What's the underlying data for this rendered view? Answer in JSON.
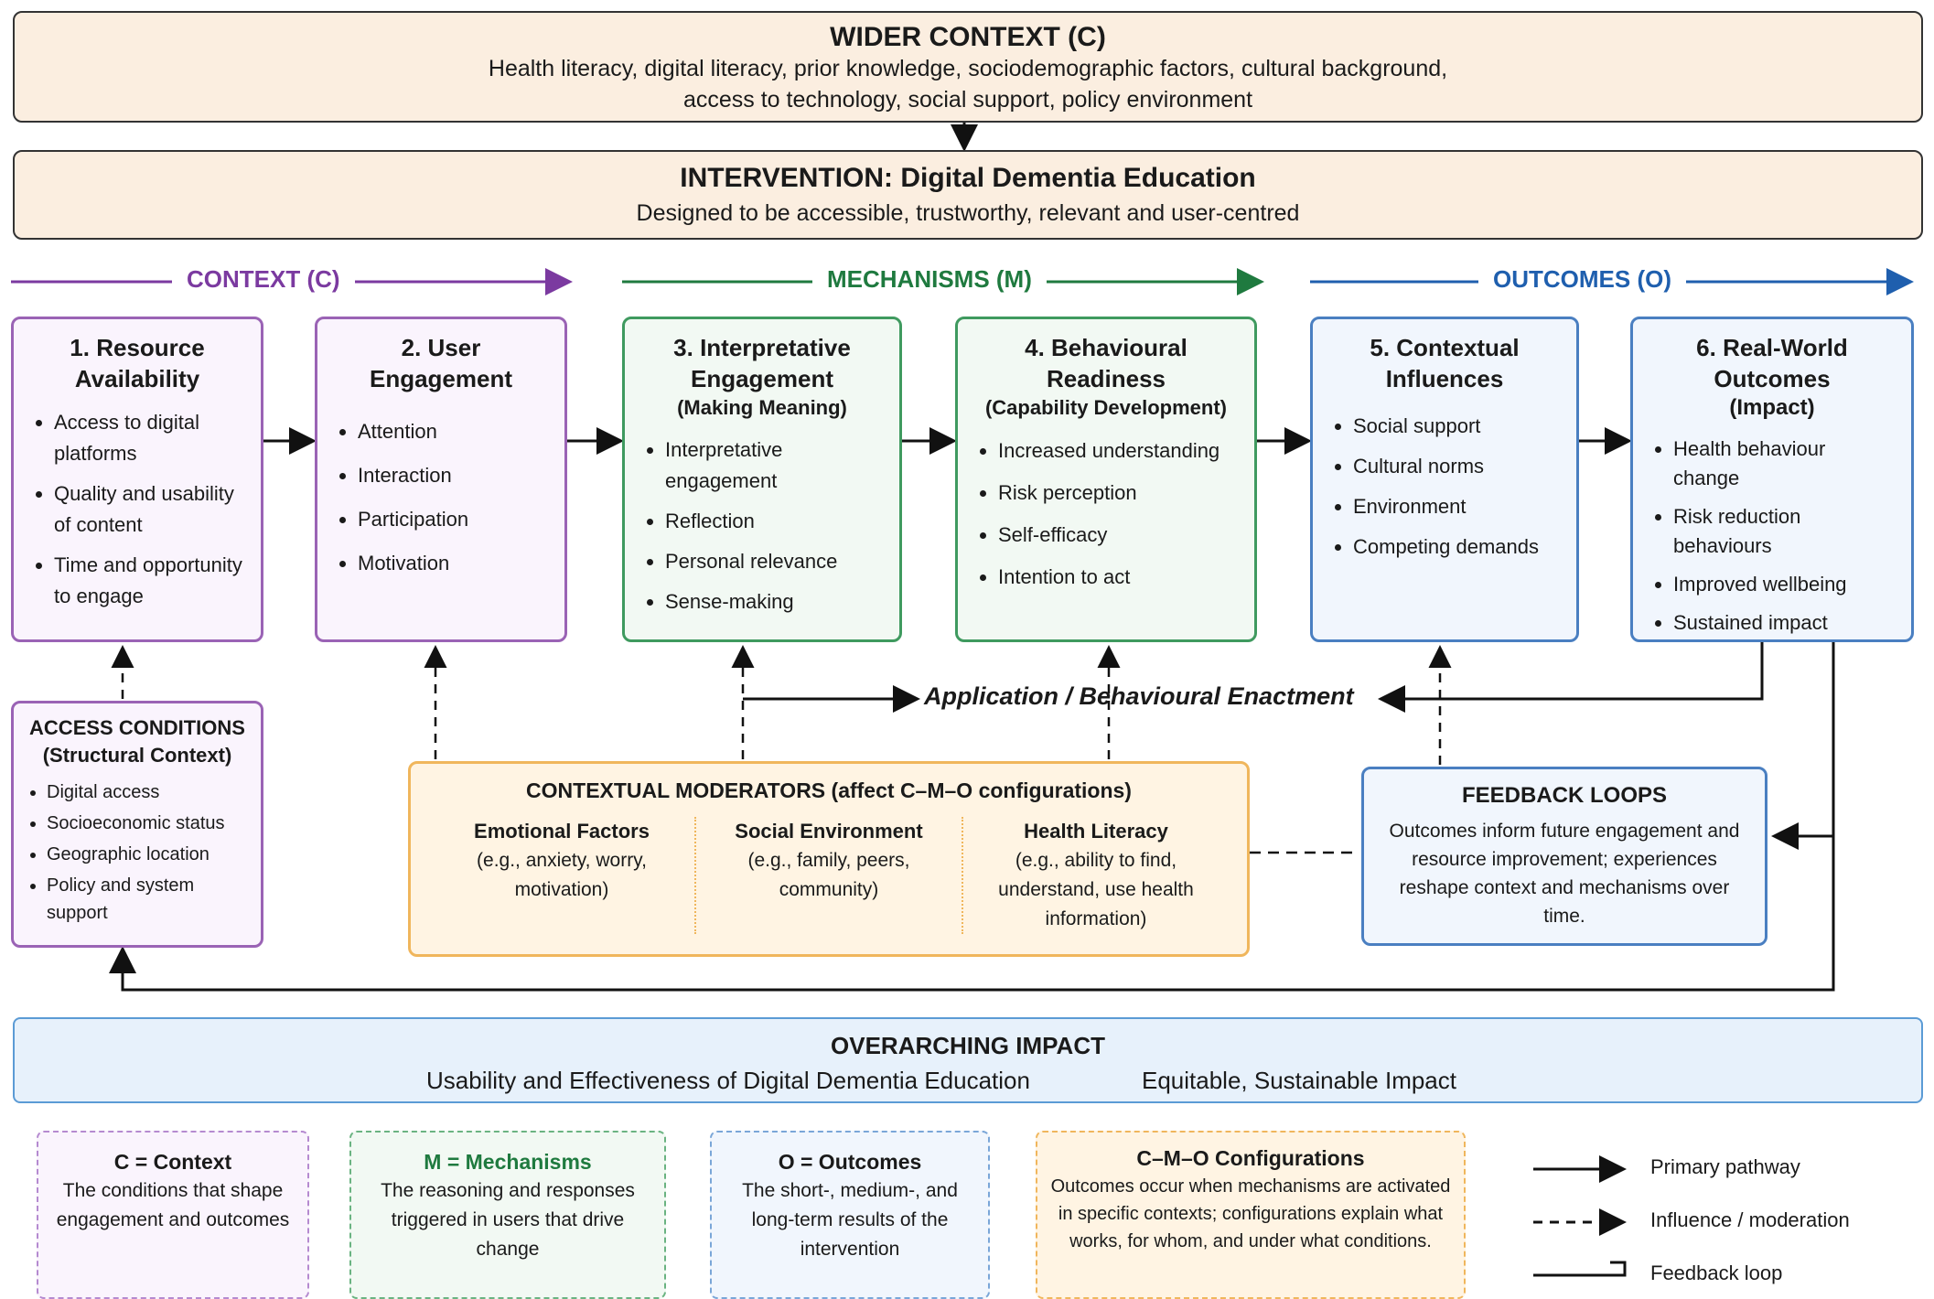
{
  "wider_context": {
    "title": "WIDER CONTEXT (C)",
    "line1": "Health literacy, digital literacy, prior knowledge, sociodemographic factors, cultural background,",
    "line2": "access to technology, social support, policy environment"
  },
  "intervention": {
    "title": "INTERVENTION: Digital Dementia Education",
    "subtitle": "Designed to be accessible, trustworthy, relevant and user-centred"
  },
  "phases": {
    "context": "CONTEXT (C)",
    "mechanisms": "MECHANISMS (M)",
    "outcomes": "OUTCOMES (O)"
  },
  "colors": {
    "context": "#7b3aa0",
    "mechanisms": "#1f7a3f",
    "outcomes": "#1f5fae",
    "moderators": "#f0b65c"
  },
  "stages": [
    {
      "title": "1. Resource Availability",
      "subtitle": "",
      "items": [
        "Access to digital platforms",
        "Quality and usability of content",
        "Time and opportunity to engage"
      ]
    },
    {
      "title": "2. User Engagement",
      "subtitle": "",
      "items": [
        "Attention",
        "Interaction",
        "Participation",
        "Motivation"
      ]
    },
    {
      "title": "3. Interpretative Engagement",
      "subtitle": "(Making Meaning)",
      "items": [
        "Interpretative engagement",
        "Reflection",
        "Personal relevance",
        "Sense-making"
      ]
    },
    {
      "title": "4. Behavioural Readiness",
      "subtitle": "(Capability Development)",
      "items": [
        "Increased understanding",
        "Risk perception",
        "Self-efficacy",
        "Intention to act"
      ]
    },
    {
      "title": "5. Contextual Influences",
      "subtitle": "",
      "items": [
        "Social support",
        "Cultural norms",
        "Environment",
        "Competing demands"
      ]
    },
    {
      "title": "6. Real-World Outcomes",
      "subtitle": "(Impact)",
      "items": [
        "Health behaviour change",
        "Risk reduction behaviours",
        "Improved wellbeing",
        "Sustained impact"
      ]
    }
  ],
  "enactment_label": "Application / Behavioural Enactment",
  "access_conditions": {
    "title": "ACCESS CONDITIONS",
    "subtitle": "(Structural Context)",
    "items": [
      "Digital access",
      "Socioeconomic status",
      "Geographic location",
      "Policy and system support"
    ]
  },
  "moderators": {
    "title": "CONTEXTUAL MODERATORS (affect C–M–O configurations)",
    "columns": [
      {
        "title": "Emotional Factors",
        "desc": "(e.g., anxiety, worry, motivation)"
      },
      {
        "title": "Social Environment",
        "desc": "(e.g., family, peers, community)"
      },
      {
        "title": "Health Literacy",
        "desc": "(e.g., ability to find, understand, use health information)"
      }
    ]
  },
  "feedback": {
    "title": "FEEDBACK LOOPS",
    "text": "Outcomes inform future engagement and resource improvement; experiences reshape context and mechanisms over time."
  },
  "overarching": {
    "title": "OVERARCHING IMPACT",
    "left": "Usability and Effectiveness of Digital Dementia Education",
    "right": "Equitable, Sustainable Impact"
  },
  "legend_boxes": [
    {
      "title": "C = Context",
      "text": "The conditions that shape engagement and outcomes"
    },
    {
      "title": "M = Mechanisms",
      "text": "The reasoning and responses triggered in users that drive change"
    },
    {
      "title": "O = Outcomes",
      "text": "The short-, medium-, and long-term results of the intervention"
    },
    {
      "title": "C–M–O Configurations",
      "text": "Outcomes occur when mechanisms are activated in specific contexts; configurations explain what works, for whom, and under what conditions."
    }
  ],
  "line_legend": {
    "primary": "Primary pathway",
    "influence": "Influence / moderation",
    "feedback": "Feedback loop"
  }
}
